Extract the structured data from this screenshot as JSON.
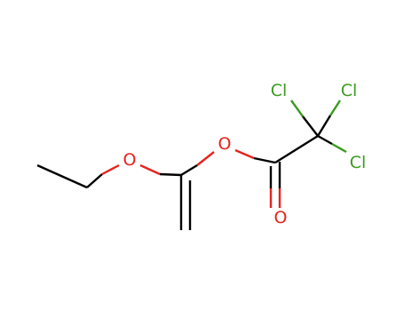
{
  "molecule": {
    "atoms": {
      "o_ether": {
        "label": "O",
        "element": "oxygen",
        "color": "#e8231d"
      },
      "o_ester": {
        "label": "O",
        "element": "oxygen",
        "color": "#e8231d"
      },
      "o_carbonyl": {
        "label": "O",
        "element": "oxygen",
        "color": "#e8231d"
      },
      "cl_left": {
        "label": "Cl",
        "element": "chlorine",
        "color": "#3a9b1f"
      },
      "cl_right": {
        "label": "Cl",
        "element": "chlorine",
        "color": "#3a9b1f"
      },
      "cl_lower": {
        "label": "Cl",
        "element": "chlorine",
        "color": "#3a9b1f"
      }
    },
    "bond_color": "#000000"
  }
}
